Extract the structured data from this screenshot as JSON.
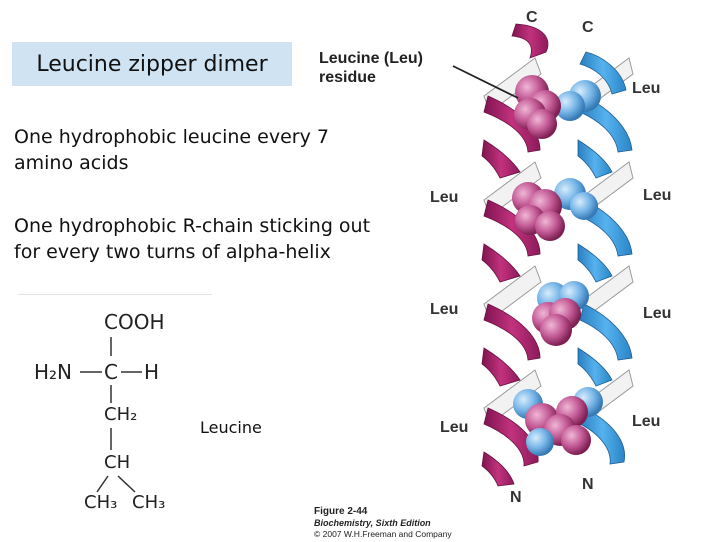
{
  "slide": {
    "title": "Leucine zipper dimer",
    "line1a": "One hydrophobic leucine every 7",
    "line1b": "amino acids",
    "line2a": "One hydrophobic R-chain sticking out",
    "line2b": "for every two turns of alpha-helix"
  },
  "structure": {
    "cooh": "COOH",
    "h2n": "H₂N",
    "c": "C",
    "h": "H",
    "ch2": "CH₂",
    "ch": "CH",
    "ch3_left": "CH₃",
    "ch3_right": "CH₃",
    "name": "Leucine"
  },
  "diagram": {
    "callout_line1": "Leucine (Leu)",
    "callout_line2": "residue",
    "top_left": "C",
    "top_right": "C",
    "bottom_left": "N",
    "bottom_right": "N",
    "leu_labels": [
      "Leu",
      "Leu",
      "Leu",
      "Leu",
      "Leu",
      "Leu",
      "Leu"
    ],
    "colors": {
      "left_helix": "#b0286f",
      "right_helix": "#3a9ad9",
      "leu_pink": "#c05a92",
      "leu_blue": "#7ab8ea"
    }
  },
  "figure": {
    "number": "Figure 2-44",
    "book": "Biochemistry, Sixth Edition",
    "copyright": "© 2007 W.H.Freeman and Company"
  }
}
